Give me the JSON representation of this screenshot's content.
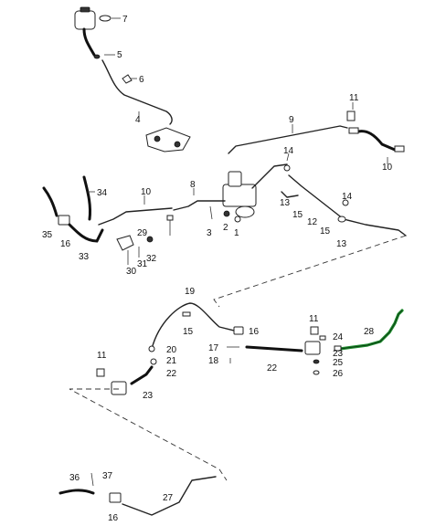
{
  "diagram": {
    "callouts": [
      "7",
      "5",
      "6",
      "4",
      "9",
      "11",
      "10",
      "14",
      "8",
      "10",
      "34",
      "35",
      "16",
      "33",
      "29",
      "30",
      "31",
      "32",
      "3",
      "2",
      "1",
      "13",
      "15",
      "12",
      "15",
      "14",
      "13",
      "19",
      "15",
      "16",
      "17",
      "18",
      "22",
      "20",
      "21",
      "22",
      "11",
      "23",
      "11",
      "24",
      "28",
      "23",
      "25",
      "26",
      "36",
      "37",
      "16",
      "27"
    ]
  },
  "colors": {
    "highlight": "#1e8c2e",
    "ink": "#222222",
    "background": "#ffffff"
  }
}
